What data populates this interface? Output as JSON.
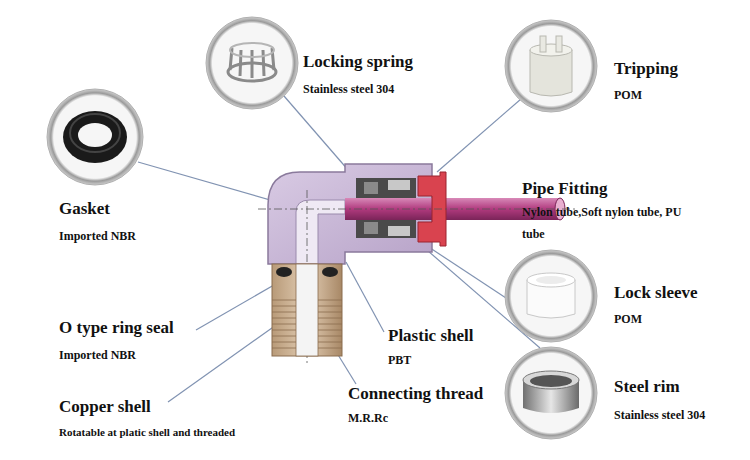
{
  "diagram": {
    "labels": [
      "Locking spring",
      "Stainless steel 304",
      "Tripping",
      "POM",
      "Gasket",
      "Imported NBR",
      "Pipe Fitting",
      "Nylon tube,Soft nylon tube, PU tube",
      "Lock sleeve",
      "POM",
      "O type ring seal",
      "Imported NBR",
      "Plastic shell",
      "PBT",
      "Connecting thread",
      "M.R.Rc",
      "Steel rim",
      "Stainless steel 304",
      "Copper shell",
      "Rotatable at platic shell and threaded"
    ]
  }
}
